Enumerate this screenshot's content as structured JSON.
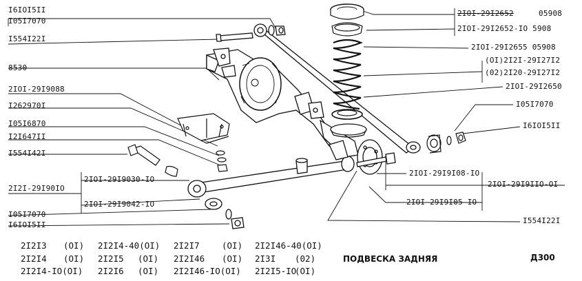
{
  "callouts": {
    "l1": "I6IOI5II",
    "l2": "I05I7070",
    "l3": "I554I22I",
    "l4": "8530",
    "l5": "2IOI-29I9088",
    "l6": "I262970I",
    "l7": "I05I6870",
    "l8": "I2I647II",
    "l9": "I554I42I",
    "l10": "2I2I-29I90IO",
    "l11": "2IOI-29I9030-IO",
    "l12": "2IOI-29I9042-IO",
    "l13": "I05I7070",
    "l14": "I6IOI5II",
    "r1a": "2IOI-29I2652",
    "r1b": "05908",
    "r2": "2IOI-29I2652-IO 5908",
    "r3": "2IOI-29I2655 05908",
    "r4": "(OI)2I2I-29I27I2",
    "r5": "(02)2I20-29I27I2",
    "r6": "2IOI-29I2650",
    "r7": "I05I7070",
    "r8": "I6IOI5II",
    "r9": "2IOI-29I9I08-IO",
    "r10": "2IOI-29I9IIO-OI",
    "r11": "2IOI-29I9I05-IO",
    "r12": "I554I22I"
  },
  "applicability": [
    [
      "2I2I3",
      "(OI)",
      "2I2I4-40(OI)",
      "2I2I7",
      "(OI)",
      "2I2I46-40(OI)"
    ],
    [
      "2I2I4",
      "(OI)",
      "2I2I5",
      "(OI)",
      "2I2I46",
      "(OI)",
      "2I3I",
      "(02)"
    ],
    [
      "2I2I4-IO(OI)",
      "2I2I6",
      "(OI)",
      "2I2I46-IO(OI)",
      "2I2I5-IO",
      "(OI)"
    ]
  ],
  "title": "ПОДВЕСКА ЗАДНЯЯ",
  "page_code": "Д300"
}
